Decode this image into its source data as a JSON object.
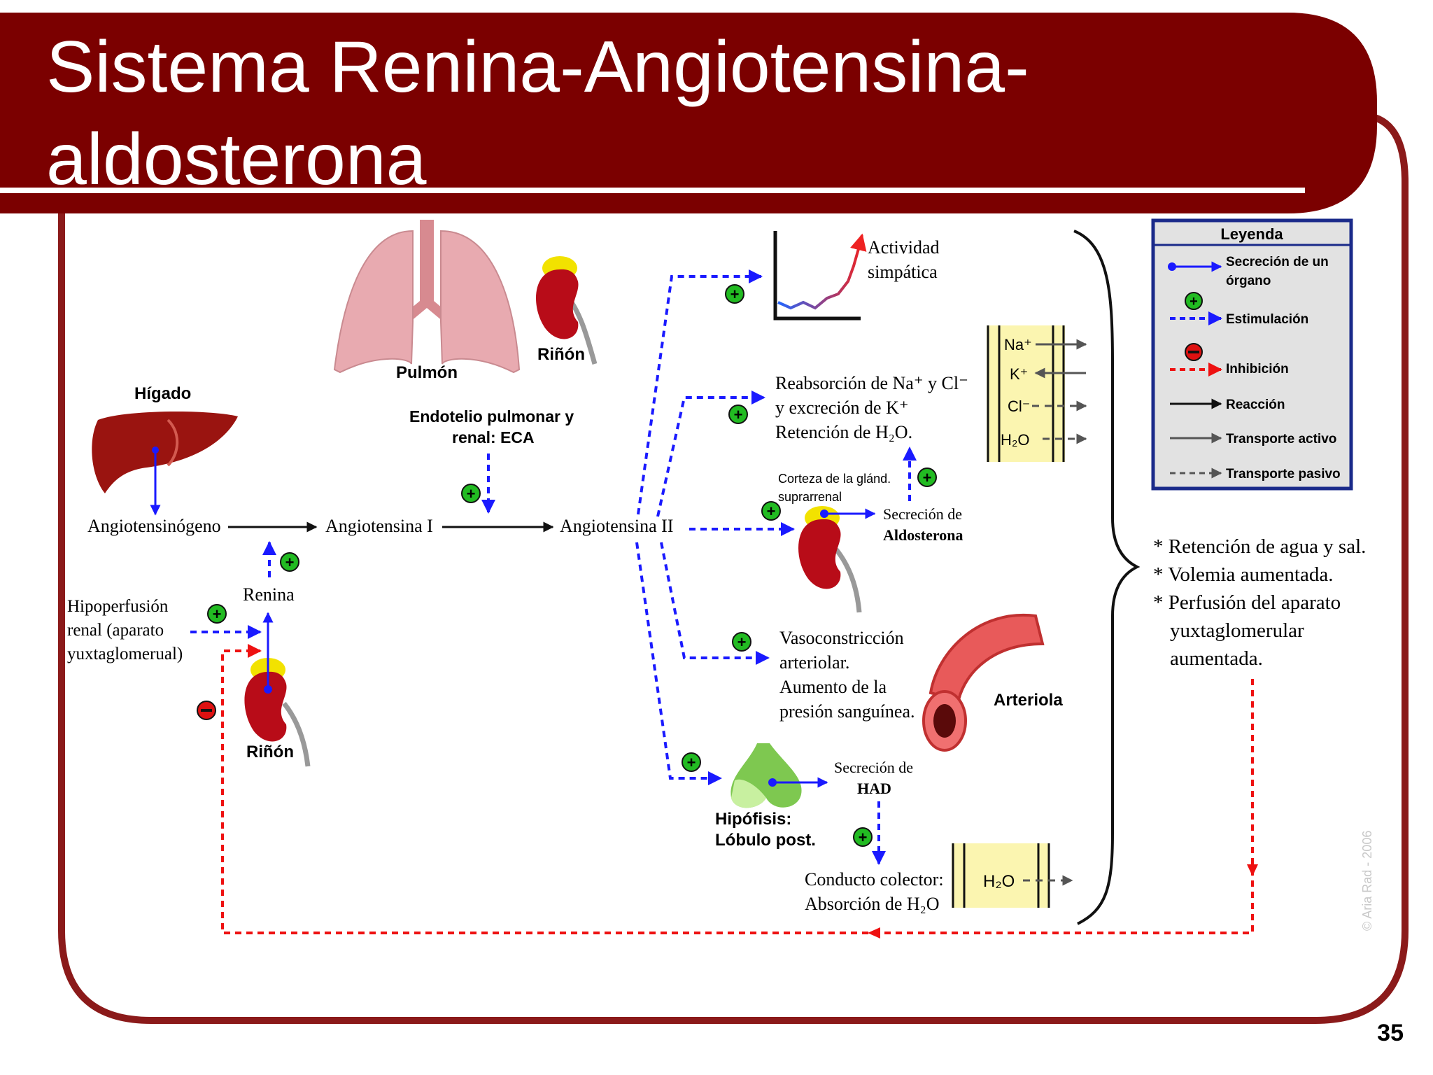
{
  "slide": {
    "title_line1": "Sistema Renina-Angiotensina-",
    "title_line2": "aldosterona",
    "page_number": "35",
    "colors": {
      "header": "#7b0000",
      "frame_border": "#8b1a1a"
    }
  },
  "diagram": {
    "organs": {
      "lung": "Pulmón",
      "kidney_top": "Riñón",
      "liver": "Hígado",
      "kidney_bottom": "Riñón",
      "arteriole": "Arteriola",
      "pituitary_line1": "Hipófisis:",
      "pituitary_line2": "Lóbulo post."
    },
    "cascade": {
      "angiotensinogen": "Angiotensinógeno",
      "angiotensin1": "Angiotensina I",
      "angiotensin2": "Angiotensina II",
      "renin": "Renina",
      "ace_line1": "Endotelio pulmonar y",
      "ace_line2": "renal: ECA",
      "hypoperfusion_line1": "Hipoperfusión",
      "hypoperfusion_line2": "renal (aparato",
      "hypoperfusion_line3": "yuxtaglomerual)"
    },
    "effects": {
      "sympathetic_line1": "Actividad",
      "sympathetic_line2": "simpática",
      "reabsorption_line1": "Reabsorción de Na⁺ y Cl⁻",
      "reabsorption_line2": "y excreción de K⁺",
      "reabsorption_line3": "Retención de H₂O.",
      "adrenal_line1": "Corteza de la glánd.",
      "adrenal_line2": "suprarrenal",
      "aldosterone_line1": "Secreción de",
      "aldosterone_line2": "Aldosterona",
      "vaso_line1": "Vasoconstricción",
      "vaso_line2": "arteriolar.",
      "vaso_line3": "Aumento de la",
      "vaso_line4": "presión sanguínea.",
      "had_line1": "Secreción de",
      "had_line2": "HAD",
      "collector_line1": "Conducto colector:",
      "collector_line2": "Absorción de H₂O"
    },
    "ions": {
      "na": "Na⁺",
      "k": "K⁺",
      "cl": "Cl⁻",
      "h2o": "H₂O",
      "h2o_collector": "H₂O"
    },
    "outcomes": {
      "line1": "* Retención de agua y sal.",
      "line2": "* Volemia aumentada.",
      "line3": "* Perfusión del aparato",
      "line4": "yuxtaglomerular",
      "line5": "aumentada."
    },
    "legend": {
      "title": "Leyenda",
      "secretion_line1": "Secreción de un",
      "secretion_line2": "órgano",
      "stimulation": "Estimulación",
      "inhibition": "Inhibición",
      "reaction": "Reacción",
      "active_transport": "Transporte activo",
      "passive_transport": "Transporte pasivo"
    },
    "watermark": "© Aria Rad - 2006",
    "colors": {
      "stimulation": "#1a1aff",
      "inhibition": "#ee1111",
      "plus_badge": "#22bb22",
      "minus_badge": "#dd1111"
    }
  }
}
